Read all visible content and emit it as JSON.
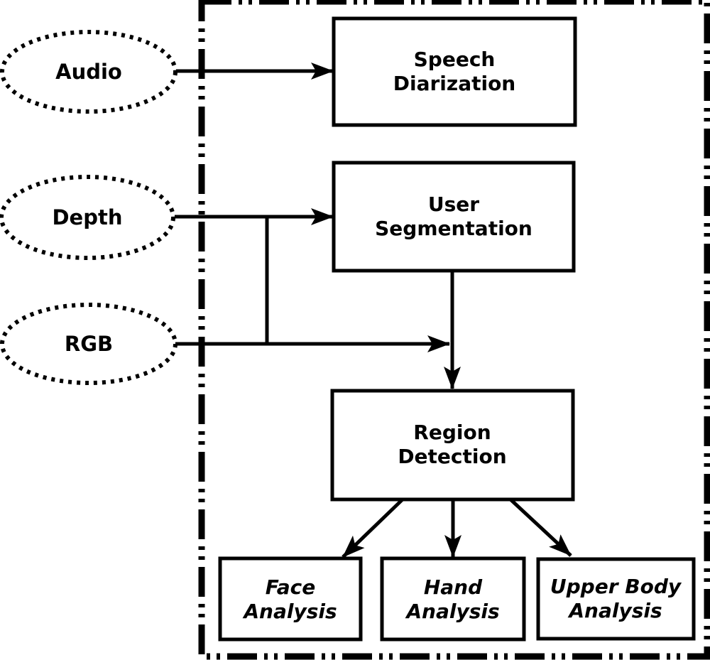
{
  "meta": {
    "background_color": "#ffffff",
    "line_color": "#000000"
  },
  "inputs": {
    "audio": {
      "label": "Audio"
    },
    "depth": {
      "label": "Depth"
    },
    "rgb": {
      "label": "RGB"
    }
  },
  "modules": {
    "speech_diarization": {
      "label": "Speech\nDiarization"
    },
    "user_segmentation": {
      "label": "User\nSegmentation"
    },
    "region_detection": {
      "label": "Region\nDetection"
    },
    "face_analysis": {
      "label": "Face\nAnalysis"
    },
    "hand_analysis": {
      "label": "Hand\nAnalysis"
    },
    "upper_body_analysis": {
      "label": "Upper Body\nAnalysis"
    }
  },
  "edges": [
    {
      "from": "audio",
      "to": "speech_diarization"
    },
    {
      "from": "depth",
      "to": "user_segmentation"
    },
    {
      "from": "depth",
      "to": "rgb_merge_branch"
    },
    {
      "from": "rgb",
      "to": "segmentation_to_region_line"
    },
    {
      "from": "user_segmentation",
      "to": "region_detection"
    },
    {
      "from": "region_detection",
      "to": "face_analysis"
    },
    {
      "from": "region_detection",
      "to": "hand_analysis"
    },
    {
      "from": "region_detection",
      "to": "upper_body_analysis"
    }
  ]
}
